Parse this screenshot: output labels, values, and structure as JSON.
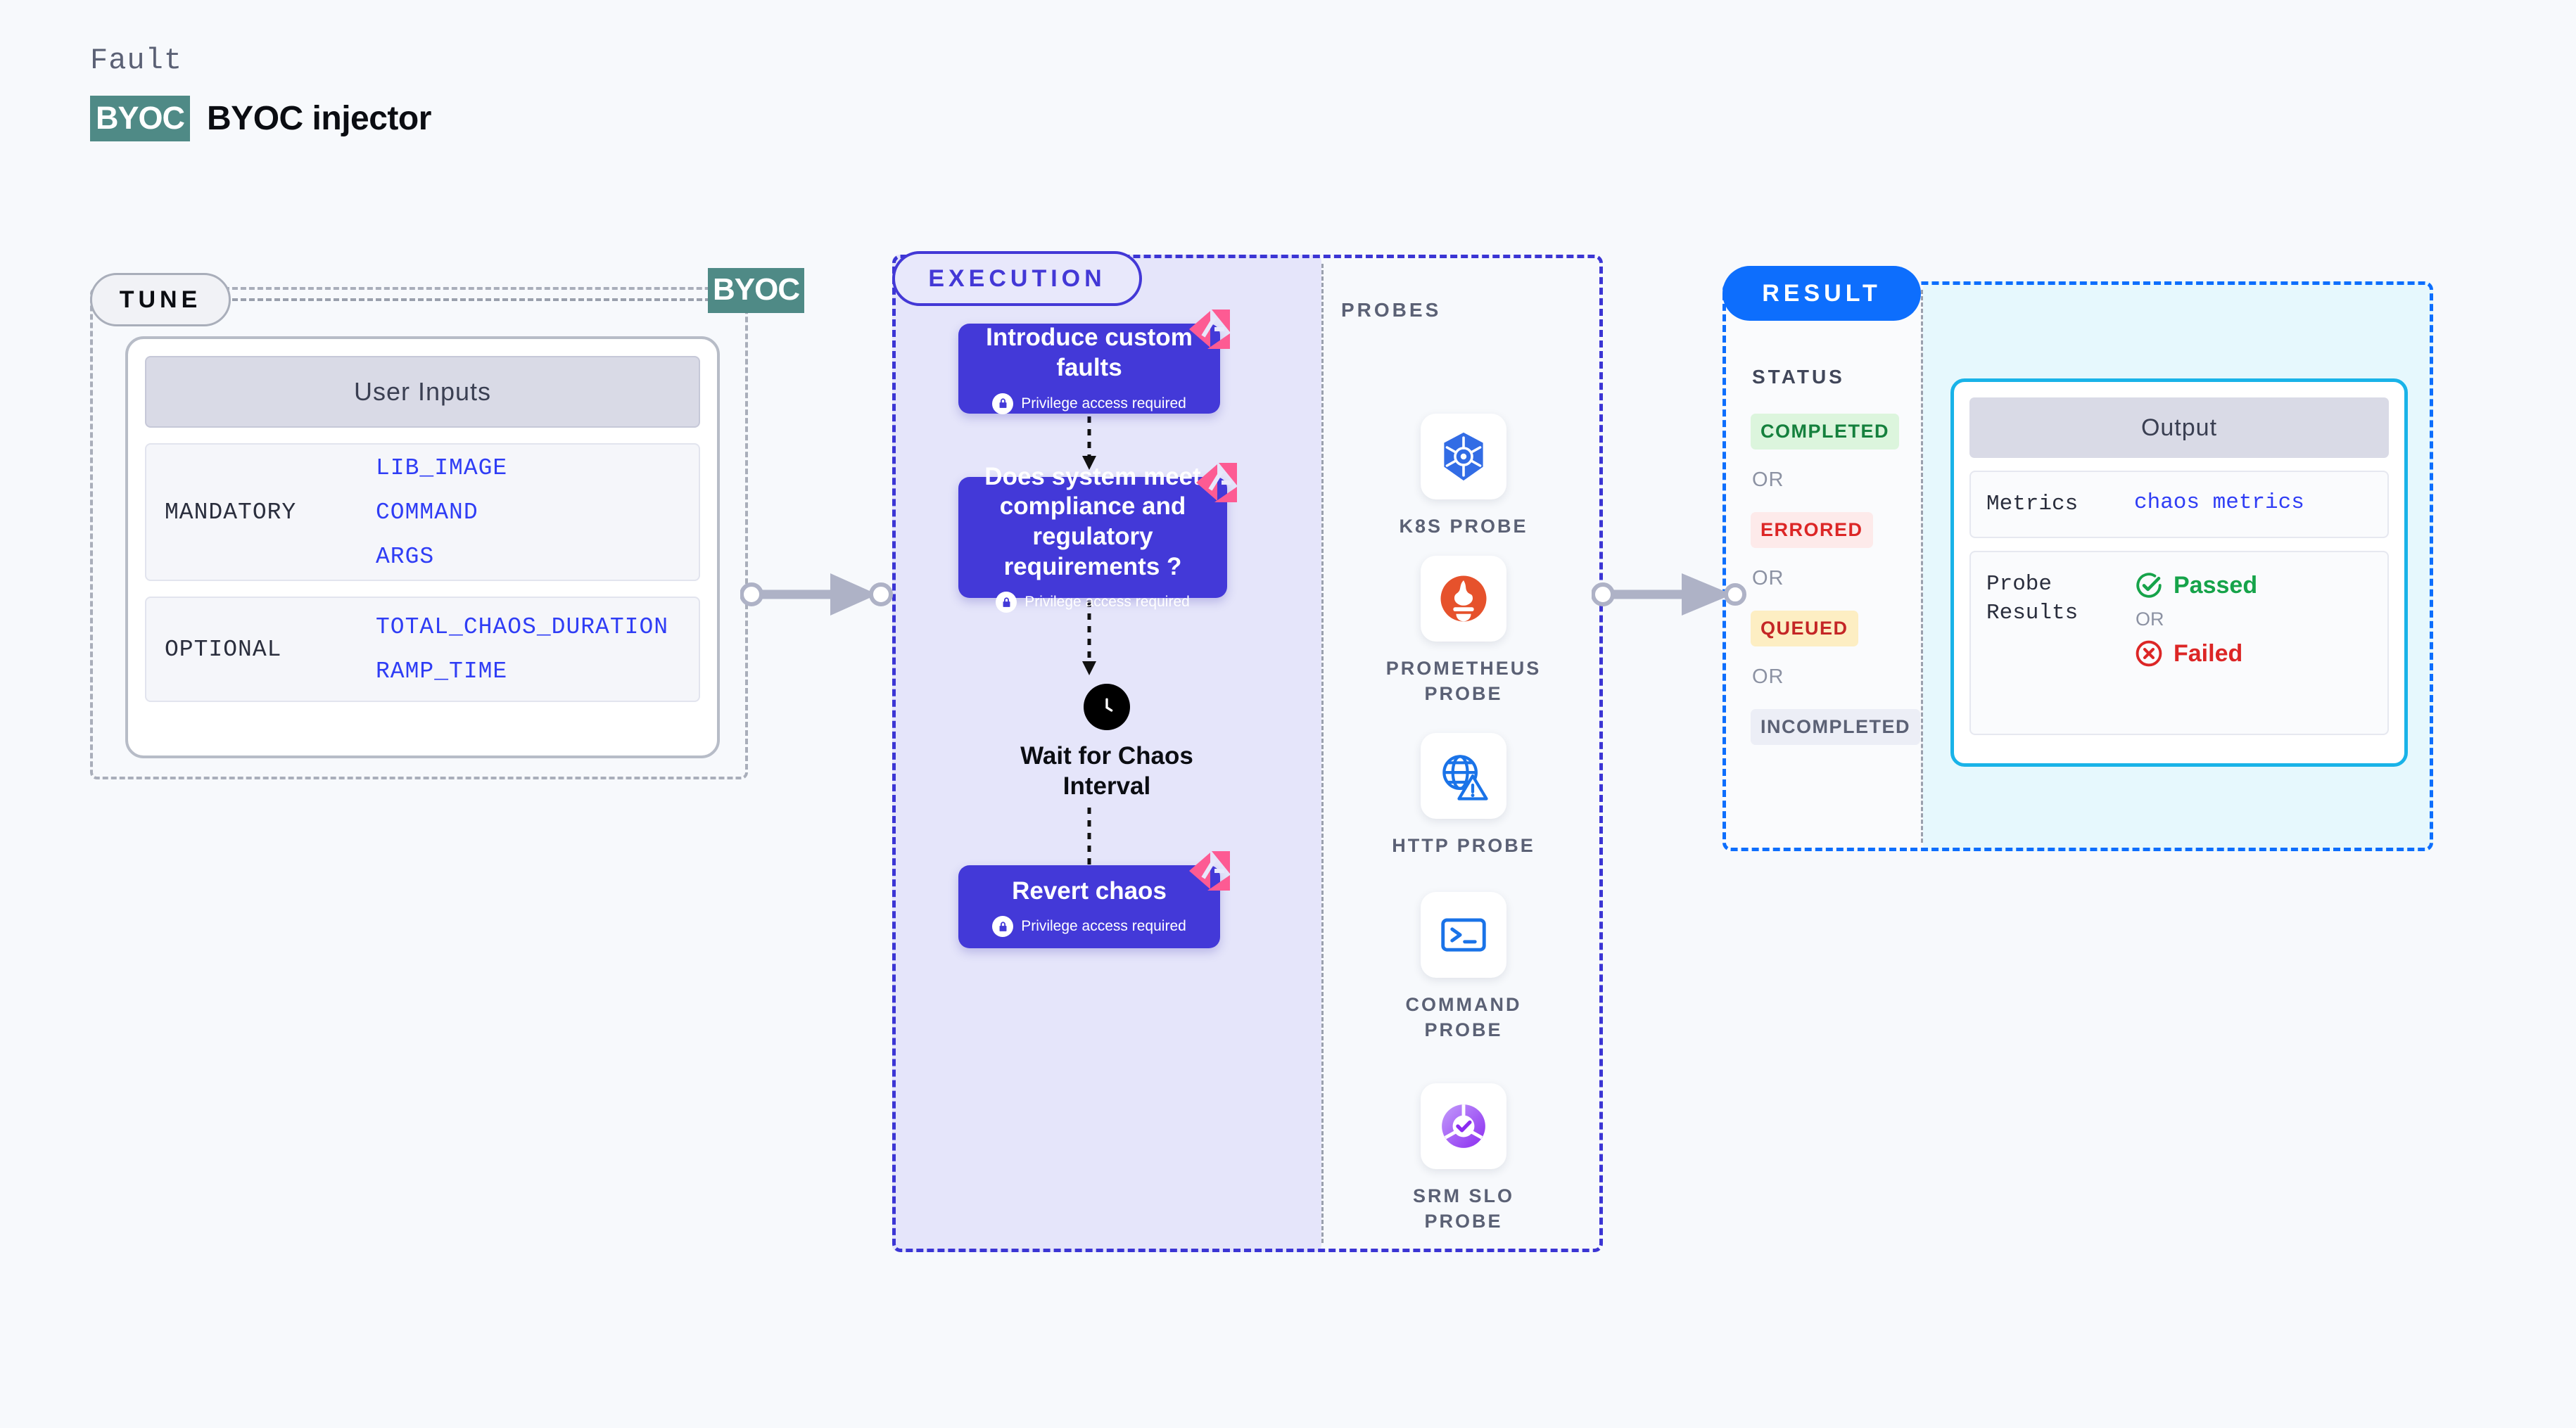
{
  "header": {
    "eyebrow": "Fault",
    "badge": "BYOC",
    "title": "BYOC injector"
  },
  "tune": {
    "pill_label": "TUNE",
    "edge_badge": "BYOC",
    "card_header": "User Inputs",
    "groups": [
      {
        "label": "MANDATORY",
        "values": [
          "LIB_IMAGE",
          "COMMAND",
          "ARGS"
        ]
      },
      {
        "label": "OPTIONAL",
        "values": [
          "TOTAL_CHAOS_DURATION",
          "RAMP_TIME"
        ]
      }
    ]
  },
  "execution": {
    "pill_label": "EXECUTION",
    "privilege_note": "Privilege access required",
    "nodes": [
      {
        "title": "Introduce custom faults",
        "privileged": true
      },
      {
        "title": "Does system meet compliance and regulatory requirements ?",
        "privileged": true
      },
      {
        "title": "Wait for Chaos Interval",
        "privileged": false
      },
      {
        "title": "Revert chaos",
        "privileged": true
      }
    ]
  },
  "probes": {
    "label": "PROBES",
    "items": [
      {
        "name": "K8S PROBE",
        "icon": "kubernetes-icon"
      },
      {
        "name": "PROMETHEUS PROBE",
        "icon": "prometheus-icon"
      },
      {
        "name": "HTTP PROBE",
        "icon": "http-globe-icon"
      },
      {
        "name": "COMMAND PROBE",
        "icon": "terminal-icon"
      },
      {
        "name": "SRM SLO PROBE",
        "icon": "srm-slo-icon"
      }
    ]
  },
  "result": {
    "pill_label": "RESULT",
    "status_label": "STATUS",
    "or_label": "OR",
    "statuses": [
      {
        "label": "COMPLETED",
        "bg": "#dcf5dd",
        "fg": "#15803d"
      },
      {
        "label": "ERRORED",
        "bg": "#fdeaea",
        "fg": "#dc2626"
      },
      {
        "label": "QUEUED",
        "bg": "#fdeec3",
        "fg": "#c42626"
      },
      {
        "label": "INCOMPLETED",
        "bg": "#eceef6",
        "fg": "#5b6175"
      }
    ],
    "output": {
      "header": "Output",
      "metrics_key": "Metrics",
      "metrics_value": "chaos metrics",
      "probe_results_key": "Probe Results",
      "passed_label": "Passed",
      "failed_label": "Failed",
      "or_label": "OR"
    }
  },
  "colors": {
    "indigo": "#4339d8",
    "teal": "#4f8a86",
    "blue": "#0d6efd",
    "cyan": "#19b3e8",
    "pink": "#fd5b93"
  }
}
